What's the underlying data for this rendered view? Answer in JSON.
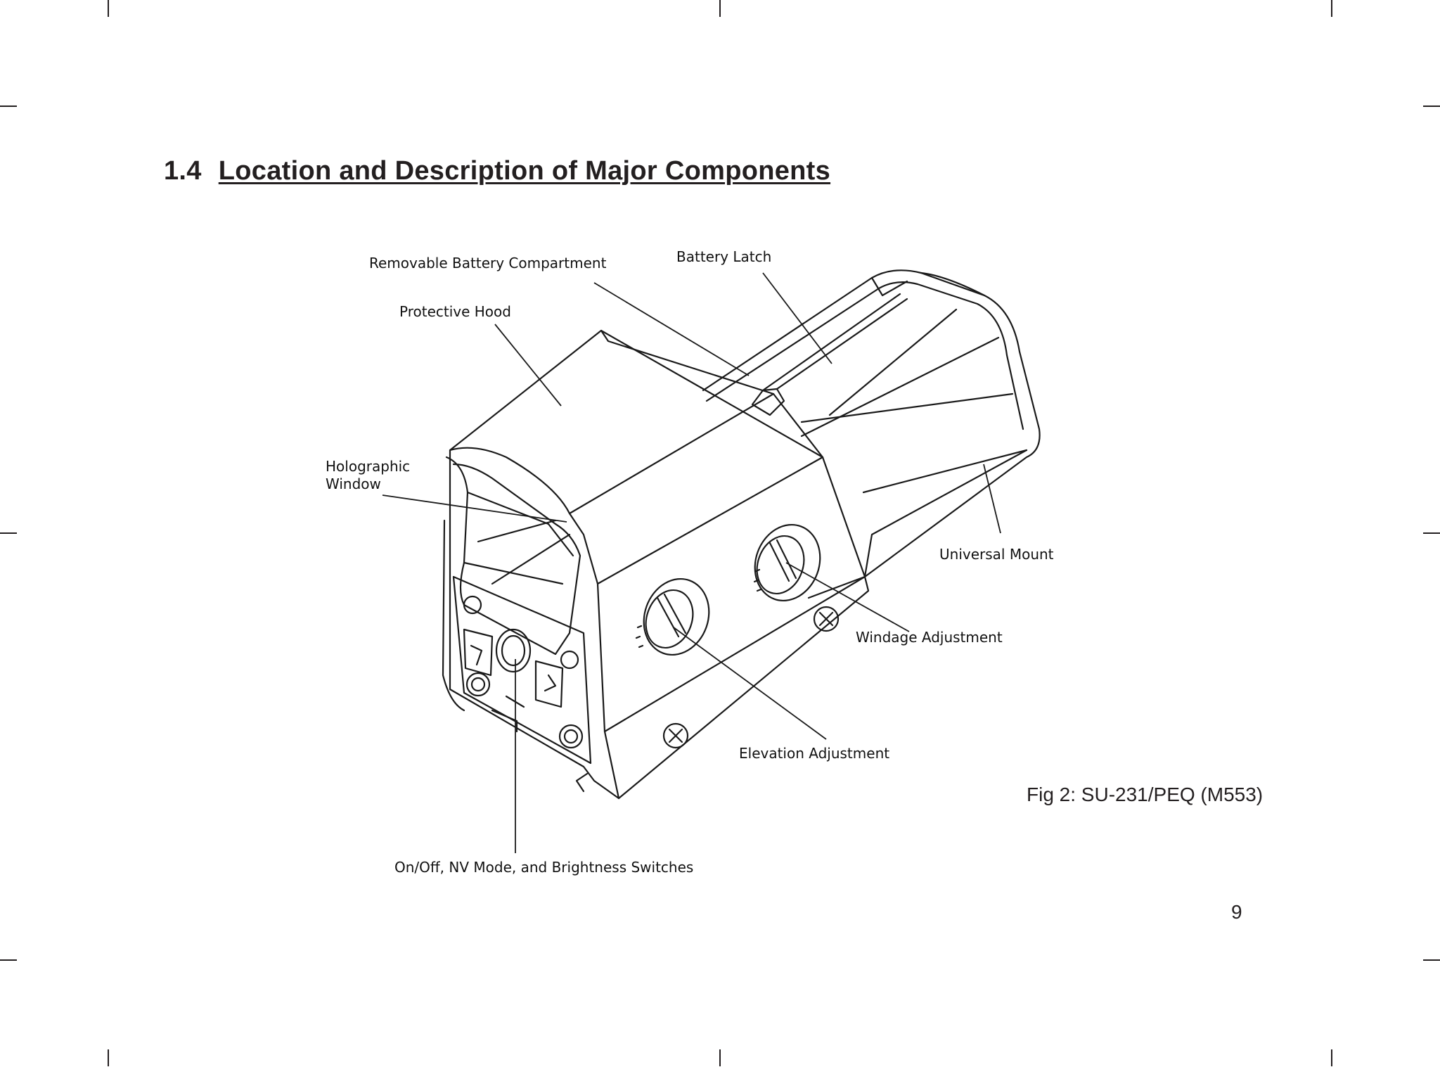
{
  "section": {
    "number": "1.4",
    "title": "Location and Description of Major Components"
  },
  "labels": {
    "battery_compartment": "Removable Battery Compartment",
    "battery_latch": "Battery Latch",
    "protective_hood": "Protective Hood",
    "holographic_window_line1": "Holographic",
    "holographic_window_line2": "Window",
    "universal_mount": "Universal Mount",
    "windage_adjustment": "Windage Adjustment",
    "elevation_adjustment": "Elevation Adjustment",
    "switches": "On/Off, NV Mode, and Brightness Switches"
  },
  "caption": "Fig 2: SU-231/PEQ (M553)",
  "page_number": "9"
}
